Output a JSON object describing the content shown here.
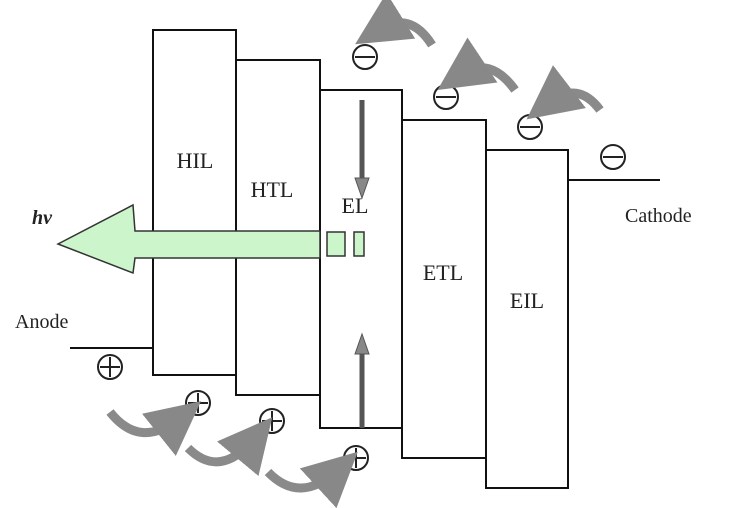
{
  "layers": {
    "hil": "HIL",
    "htl": "HTL",
    "el": "EL",
    "etl": "ETL",
    "eil": "EIL"
  },
  "electrodes": {
    "anode": "Anode",
    "cathode": "Cathode"
  },
  "emission_label": "hv",
  "colors": {
    "emission": "#ccf5cc",
    "curved_arrow": "#8a8a8a",
    "line": "#111111"
  }
}
